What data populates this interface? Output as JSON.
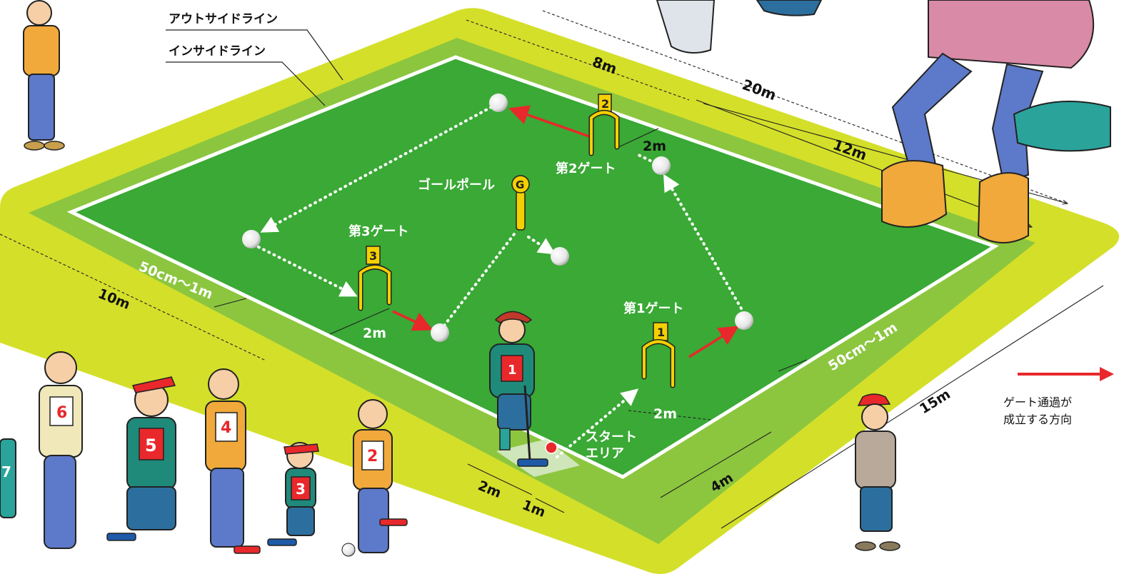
{
  "labels": {
    "outside_line": "アウトサイドライン",
    "inside_line": "インサイドライン",
    "goal_pole": "ゴールポール",
    "gate1": "第1ゲート",
    "gate2": "第2ゲート",
    "gate3": "第3ゲート",
    "start_area_1": "スタート",
    "start_area_2": "エリア",
    "gate1_number": "1",
    "gate2_number": "2",
    "gate3_number": "3",
    "goal_letter": "G"
  },
  "dimensions": {
    "top_8m": "8m",
    "top_20m": "20m",
    "right_12m": "12m",
    "gate2_2m": "2m",
    "left_margin": "50cm～1m",
    "left_10m": "10m",
    "gate3_2m": "2m",
    "right_margin": "50cm～1m",
    "right_15m": "15m",
    "gate1_2m": "2m",
    "bottom_4m": "4m",
    "bottom_2m": "2m",
    "bottom_1m": "1m"
  },
  "legend": {
    "line1": "ゲート通過が",
    "line2": "成立する方向"
  },
  "players": {
    "p7": "7",
    "p6": "6",
    "p5": "5",
    "p4": "4",
    "p3": "3",
    "p2": "2",
    "p1": "1"
  },
  "colors": {
    "outer_zone": "#d4df2a",
    "margin_zone": "#8cc63f",
    "court": "#3aa935",
    "line": "#ffffff",
    "gate": "#f4d000",
    "arrow": "#e8282b"
  }
}
